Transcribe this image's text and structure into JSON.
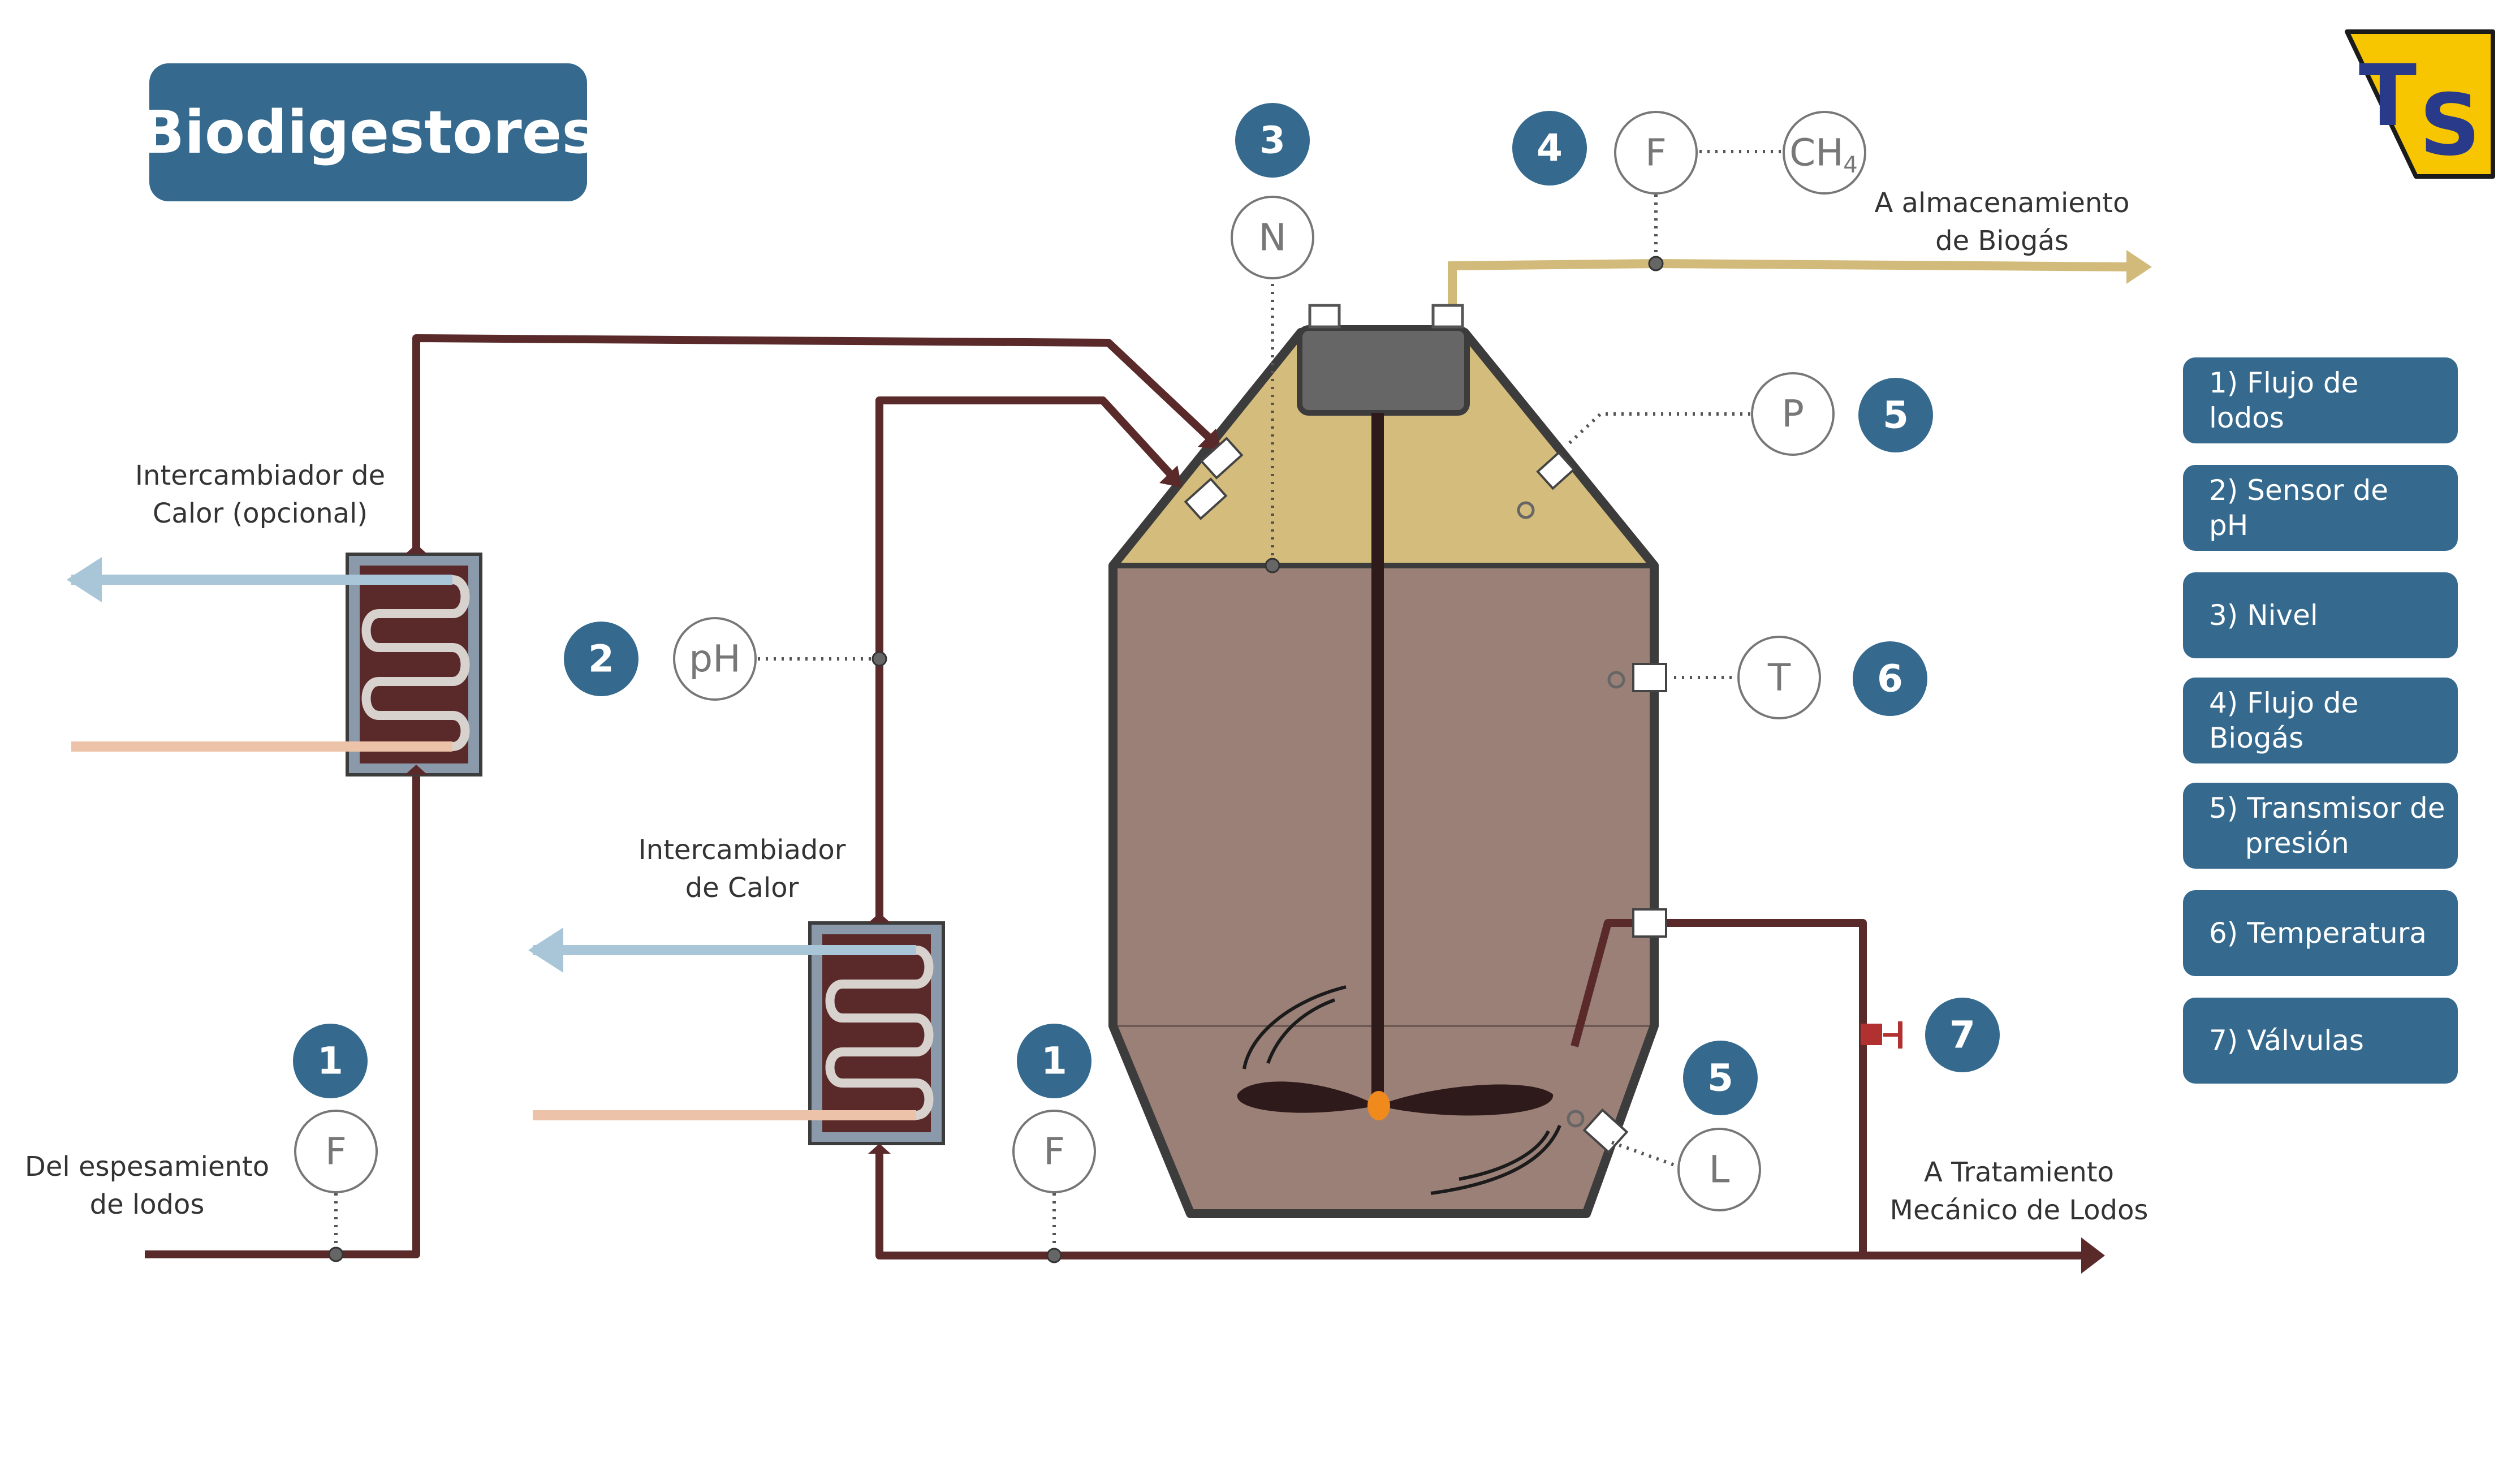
{
  "title": "Biodigestores",
  "labels": {
    "exchanger_optional": "Intercambiador de\nCalor (opcional)",
    "exchanger": "Intercambiador\nde Calor",
    "inlet": "Del espesamiento\nde lodos",
    "to_storage": "A almacenamiento\nde Biogás",
    "to_treatment": "A Tratamiento\nMecánico de Lodos"
  },
  "legend": [
    {
      "label": "1) Flujo de lodos"
    },
    {
      "label": "2) Sensor de pH"
    },
    {
      "label": "3) Nivel"
    },
    {
      "label": "4) Flujo de Biogás"
    },
    {
      "label": "5) Transmisor de\n    presión"
    },
    {
      "label": "6) Temperatura"
    },
    {
      "label": "7) Válvulas"
    }
  ],
  "markers": {
    "m1a": "1",
    "m1b": "1",
    "m2": "2",
    "m3": "3",
    "m4": "4",
    "m5a": "5",
    "m5b": "5",
    "m6": "6",
    "m7": "7"
  },
  "sensors": {
    "flow_a": "F",
    "flow_b": "F",
    "ph": "pH",
    "level_n": "N",
    "biogas_flow": "F",
    "ch4": "CH",
    "ch4_sub": "4",
    "pressure": "P",
    "temperature": "T",
    "level_l": "L"
  },
  "logo": "TS",
  "colors": {
    "marker": "#356a8e",
    "sludge_pipe": "#5a2a2a",
    "biogas_pipe": "#d2bb7a",
    "cold_line": "#a9c6d8",
    "warm_line": "#ecc3a8",
    "tank_body": "#9b8077",
    "tank_gas": "#d4bc7d",
    "tank_outline": "#3c3c3c",
    "logo_yellow": "#f7c600",
    "logo_blue": "#2a3a8a"
  },
  "icons": [
    "sensor-circle",
    "marker-circle",
    "valve-icon",
    "agitator-icon",
    "heat-exchanger-icon",
    "flange-icon"
  ]
}
